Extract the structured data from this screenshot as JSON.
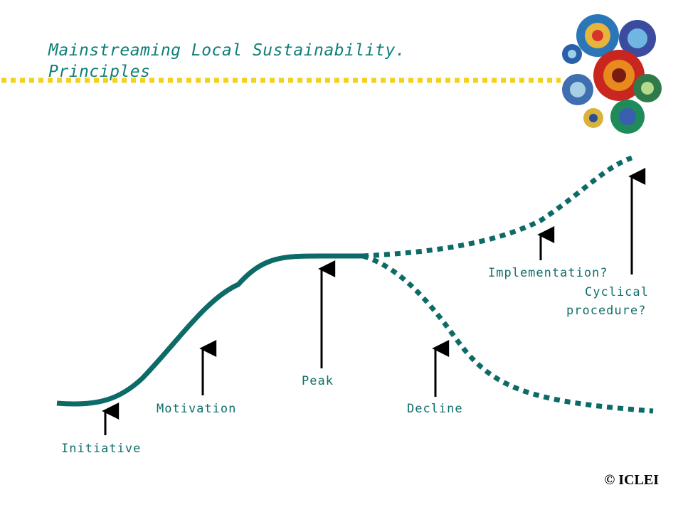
{
  "slide": {
    "title_line1": "Mainstreaming Local Sustainability.",
    "title_line2": "Principles",
    "copyright": "© ICLEI"
  },
  "colors": {
    "accent": "#0f7f78",
    "curve": "#0d6b67",
    "rule": "#f2d21e",
    "arrow": "#000000"
  },
  "stages": {
    "initiative": "Initiative",
    "motivation": "Motivation",
    "peak": "Peak",
    "decline": "Decline",
    "implementation": "Implementation?",
    "cyclical_line1": "Cyclical",
    "cyclical_line2": "procedure?"
  },
  "logo": {
    "icon": "iclei-spiral-logo-icon"
  }
}
